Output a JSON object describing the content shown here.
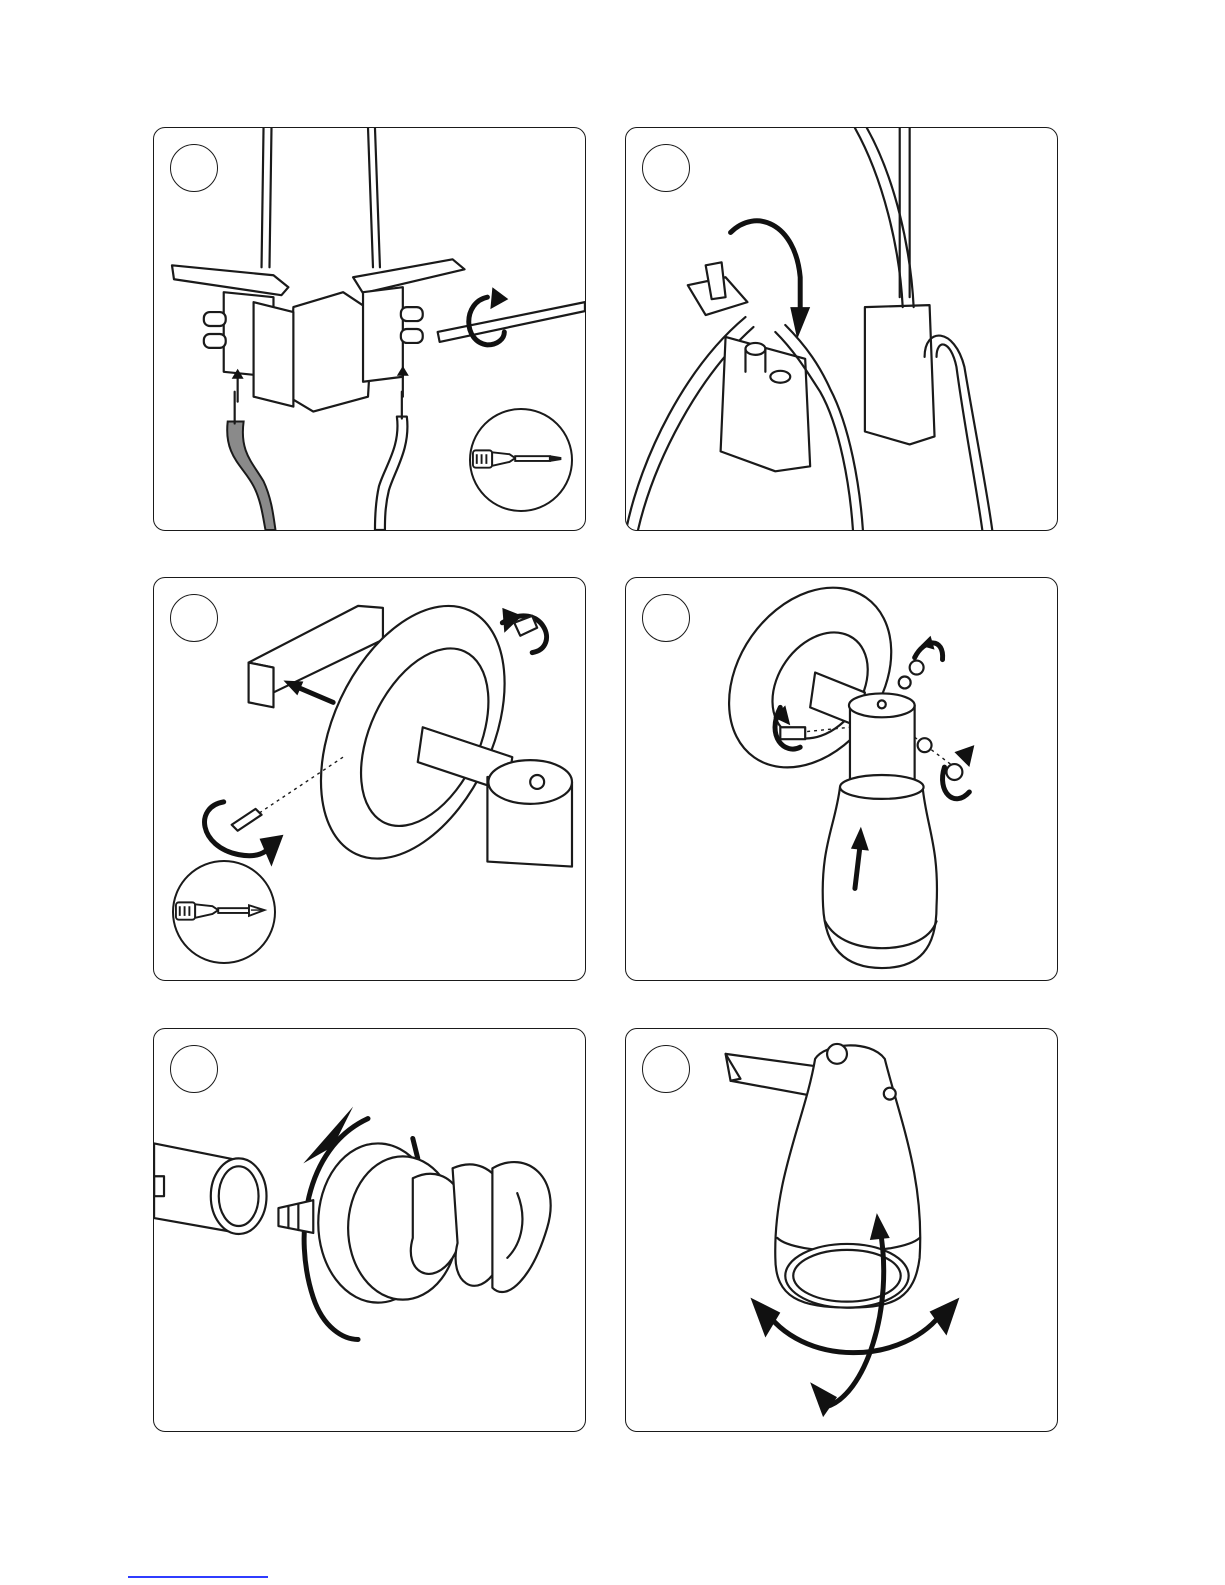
{
  "steps": [
    {
      "id": 1,
      "content": "wire-terminal-connection",
      "tool": "flat-screwdriver"
    },
    {
      "id": 2,
      "content": "cable-into-connector-box"
    },
    {
      "id": 3,
      "content": "mounting-plate-bracket-screw",
      "tool": "phillips-screwdriver"
    },
    {
      "id": 4,
      "content": "lamp-shade-screw-fixing"
    },
    {
      "id": 5,
      "content": "bulb-screw-in"
    },
    {
      "id": 6,
      "content": "shade-adjust-rotation"
    }
  ],
  "colors": {
    "line": "#1a1a1a",
    "wire_live": "#8a8a8a",
    "footer_line": "#2f3cff"
  }
}
